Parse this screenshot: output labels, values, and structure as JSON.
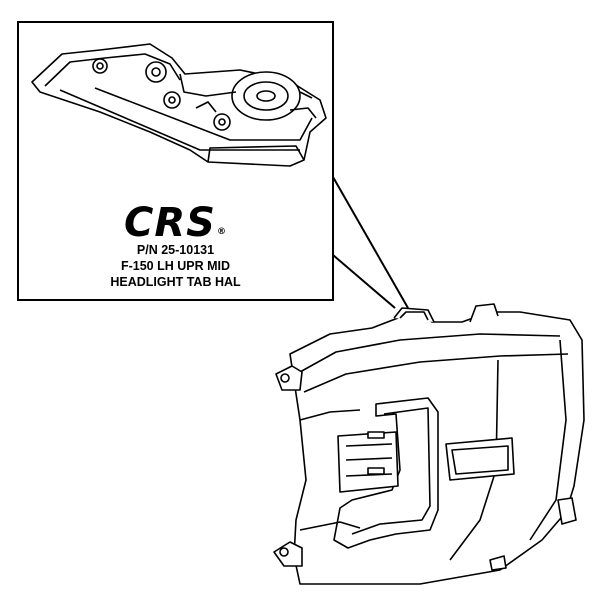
{
  "logo": {
    "text": "CRS",
    "mark": "®"
  },
  "part": {
    "number": "P/N 25-10131",
    "model": "F-150 LH UPR MID",
    "description": "HEADLIGHT TAB HAL"
  },
  "colors": {
    "ink": "#000000",
    "background": "#ffffff"
  },
  "icons": [
    "headlight-tab-part-icon",
    "headlight-assembly-icon"
  ]
}
